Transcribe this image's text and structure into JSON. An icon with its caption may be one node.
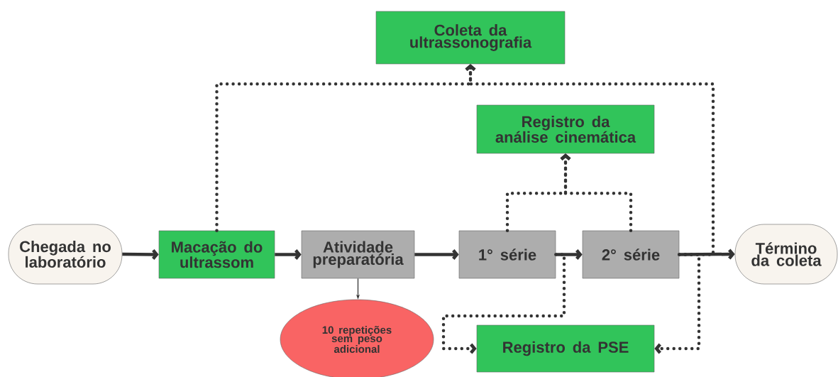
{
  "diagram": {
    "nodes": [
      {
        "text": [
          "Chegada no laboratório"
        ]
      },
      {
        "text": [
          "Macação do ultrassom"
        ]
      },
      {
        "text": [
          "Atividade preparatória"
        ]
      },
      {
        "text": [
          "1° série"
        ]
      },
      {
        "text": [
          "2° série"
        ]
      },
      {
        "text": [
          "Término da coleta"
        ]
      },
      {
        "text": [
          "Coleta da ultrassonografia"
        ]
      },
      {
        "text": [
          "Registro da análise cinemática"
        ]
      },
      {
        "text": [
          "10 repetições sem peso adicional"
        ]
      },
      {
        "text": [
          "Registro da PSE"
        ]
      }
    ],
    "edges": [
      {
        "from": 0,
        "to": 1,
        "arrow": "to"
      },
      {
        "from": 1,
        "to": 2,
        "arrow": "to"
      },
      {
        "from": 2,
        "to": 3,
        "arrow": "to"
      },
      {
        "from": 3,
        "to": 4,
        "arrow": "to"
      },
      {
        "from": 4,
        "to": 5,
        "arrow": "to"
      },
      {
        "from": 2,
        "to": 8,
        "arrow": "to"
      },
      {
        "from": 1,
        "to": 6,
        "arrow": "to",
        "style": "dashed"
      },
      {
        "from": 4,
        "to": 6,
        "arrow": "to",
        "style": "dashed"
      },
      {
        "from": 3,
        "to": 7,
        "arrow": "to",
        "style": "dashed"
      },
      {
        "from": 4,
        "to": 7,
        "arrow": "to",
        "style": "dashed"
      },
      {
        "from": 3,
        "to": 9,
        "arrow": "to",
        "style": "dashed"
      },
      {
        "from": 4,
        "to": 9,
        "arrow": "to",
        "style": "dashed"
      }
    ]
  }
}
